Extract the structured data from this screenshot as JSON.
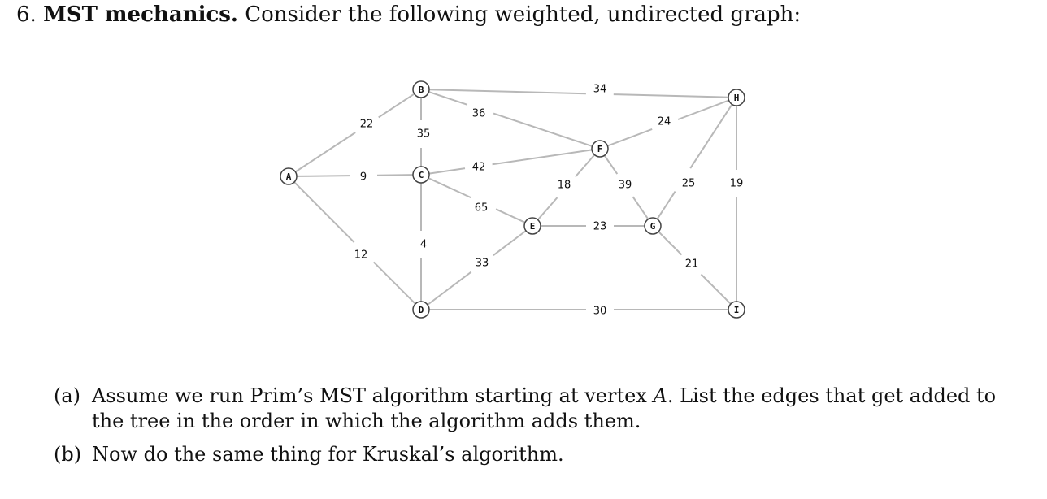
{
  "problem": {
    "number": "6.",
    "title": "MST mechanics.",
    "prompt": "Consider the following weighted, undirected graph:"
  },
  "graph": {
    "nodes": [
      "A",
      "B",
      "C",
      "D",
      "E",
      "F",
      "G",
      "H",
      "I"
    ],
    "edges": [
      {
        "from": "A",
        "to": "B",
        "weight": "22"
      },
      {
        "from": "A",
        "to": "C",
        "weight": "9"
      },
      {
        "from": "A",
        "to": "D",
        "weight": "12"
      },
      {
        "from": "B",
        "to": "C",
        "weight": "35"
      },
      {
        "from": "B",
        "to": "F",
        "weight": "36"
      },
      {
        "from": "B",
        "to": "H",
        "weight": "34"
      },
      {
        "from": "C",
        "to": "F",
        "weight": "42"
      },
      {
        "from": "C",
        "to": "E",
        "weight": "65"
      },
      {
        "from": "C",
        "to": "D",
        "weight": "4"
      },
      {
        "from": "D",
        "to": "E",
        "weight": "33"
      },
      {
        "from": "D",
        "to": "I",
        "weight": "30"
      },
      {
        "from": "E",
        "to": "F",
        "weight": "18"
      },
      {
        "from": "E",
        "to": "G",
        "weight": "23"
      },
      {
        "from": "F",
        "to": "G",
        "weight": "39"
      },
      {
        "from": "F",
        "to": "H",
        "weight": "24"
      },
      {
        "from": "G",
        "to": "H",
        "weight": "25"
      },
      {
        "from": "G",
        "to": "I",
        "weight": "21"
      },
      {
        "from": "H",
        "to": "I",
        "weight": "19"
      }
    ]
  },
  "parts": [
    {
      "label": "(a)",
      "text_before": "Assume we run Prim’s MST algorithm starting at vertex ",
      "vertex": "A",
      "text_after": ". List the edges that get added to the tree in the order in which the algorithm adds them."
    },
    {
      "label": "(b)",
      "text": "Now do the same thing for Kruskal’s algorithm."
    }
  ]
}
